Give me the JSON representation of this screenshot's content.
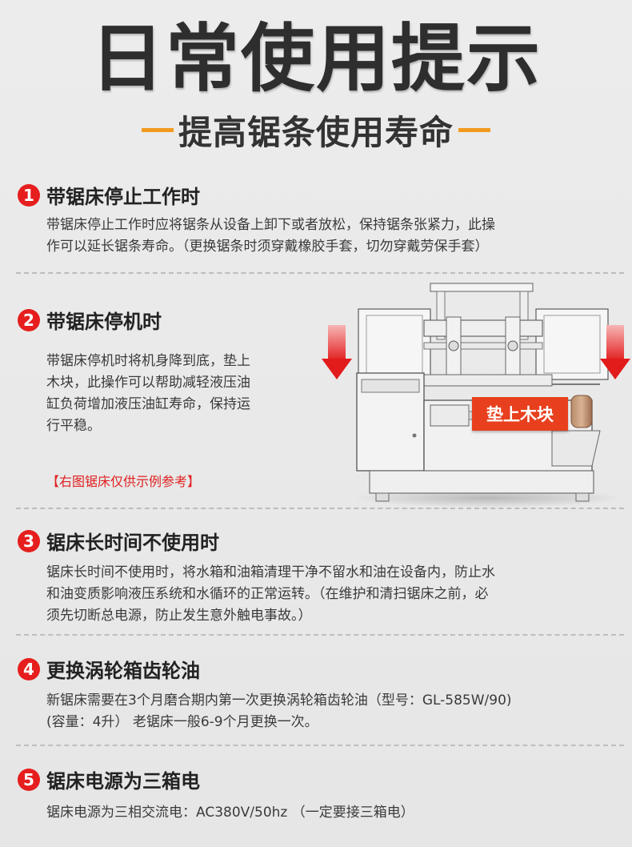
{
  "header": {
    "title": "日常使用提示",
    "subtitle": "提高锯条使用寿命"
  },
  "sections": [
    {
      "number": "1",
      "title": "带锯床停止工作时",
      "lines": [
        "带锯床停止工作时应将锯条从设备上卸下或者放松，保持锯条张紧力，此操",
        "作可以延长锯条寿命。（更换锯条时须穿戴橡胶手套，切勿穿戴劳保手套）"
      ]
    },
    {
      "number": "2",
      "title": "带锯床停机时",
      "lines": [
        "带锯床停机时将机身降到底，垫上",
        "木块，此操作可以帮助减轻液压油",
        "缸负荷增加液压油缸寿命，保持运",
        "行平稳。"
      ],
      "note": "【右图锯床仅供示例参考】",
      "callout": "垫上木块"
    },
    {
      "number": "3",
      "title": "锯床长时间不使用时",
      "lines": [
        "锯床长时间不使用时，将水箱和油箱清理干净不留水和油在设备内，防止水",
        "和油变质影响液压系统和水循环的正常运转。（在维护和清扫锯床之前，必",
        "须先切断总电源，防止发生意外触电事故。）"
      ]
    },
    {
      "number": "4",
      "title": "更换涡轮箱齿轮油",
      "lines": [
        "新锯床需要在3个月磨合期内第一次更换涡轮箱齿轮油（型号：GL-585W/90)",
        "(容量：4升） 老锯床一般6-9个月更换一次。"
      ]
    },
    {
      "number": "5",
      "title": "锯床电源为三箱电",
      "lines": [
        "锯床电源为三相交流电：AC380V/50hz （一定要接三箱电）"
      ]
    }
  ],
  "colors": {
    "accent_red": "#e61e1e",
    "accent_orange": "#f29a1e",
    "callout": "#e8401e"
  }
}
